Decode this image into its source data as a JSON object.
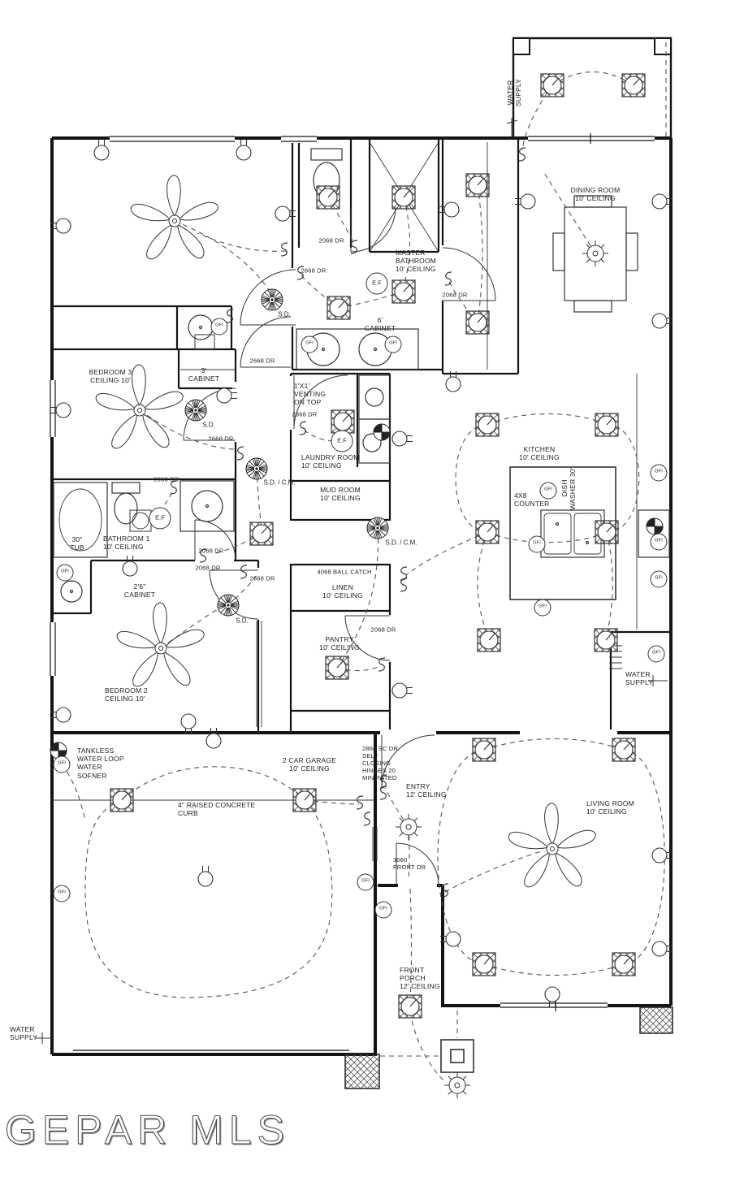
{
  "watermark": "GEPAR MLS",
  "symbols": {
    "gfi": "GFI",
    "smoke_detector": "S.D.",
    "smoke_co": "S.D. / C.M.",
    "exhaust_fan": "E.F"
  },
  "doors": {
    "d2068": "2068 DR",
    "d2668": "2668 DR",
    "d2868": "2868 DR",
    "ball_catch": "4068 BALL CATCH",
    "self_closing": "2868 SC DR\nSELF\nCLOSING\nHINGES 20\nMIN RATED",
    "front": "3080\nFRONT DR"
  },
  "rooms": {
    "dining": "DINING ROOM\n10' CEILING",
    "master_bath": "MASTER\nBATHROOM\n10' CEILING",
    "bedroom3": "BEDROOM 3\nCEILING 10'",
    "laundry": "LAUNDRY ROOM\n10' CEILING",
    "mud": "MUD ROOM\n10' CEILING",
    "bathroom1": "BATHROOM 1\n10' CEILING",
    "bedroom2": "BEDROOM 2\nCEILING 10'",
    "linen": "LINEN\n10' CEILING",
    "pantry": "PANTRY\n10' CEILING",
    "kitchen": "KITCHEN\n10' CEILING",
    "garage": "2 CAR GARAGE\n10' CEILING",
    "entry": "ENTRY\n12' CEILING",
    "living": "LIVING ROOM\n10' CEILING",
    "porch": "FRONT\nPORCH\n12' CEILING"
  },
  "features": {
    "cabinet6": "6'\nCABINET",
    "cabinet3": "3'\nCABINET",
    "cabinet26": "2'6\"\nCABINET",
    "tub": "30\"\nTUB",
    "counter": "4X8\nCOUNTER",
    "dishwasher": "DISH\nWASHER 30\"",
    "venting": "1'X1'\nVENTING\nON TOP",
    "curb": "4\" RAISED CONCRETE\nCURB",
    "tankless": "TANKLESS\nWATER LOOP\nWATER\nSOFNER",
    "water_supply": "WATER\nSUPPLY"
  }
}
